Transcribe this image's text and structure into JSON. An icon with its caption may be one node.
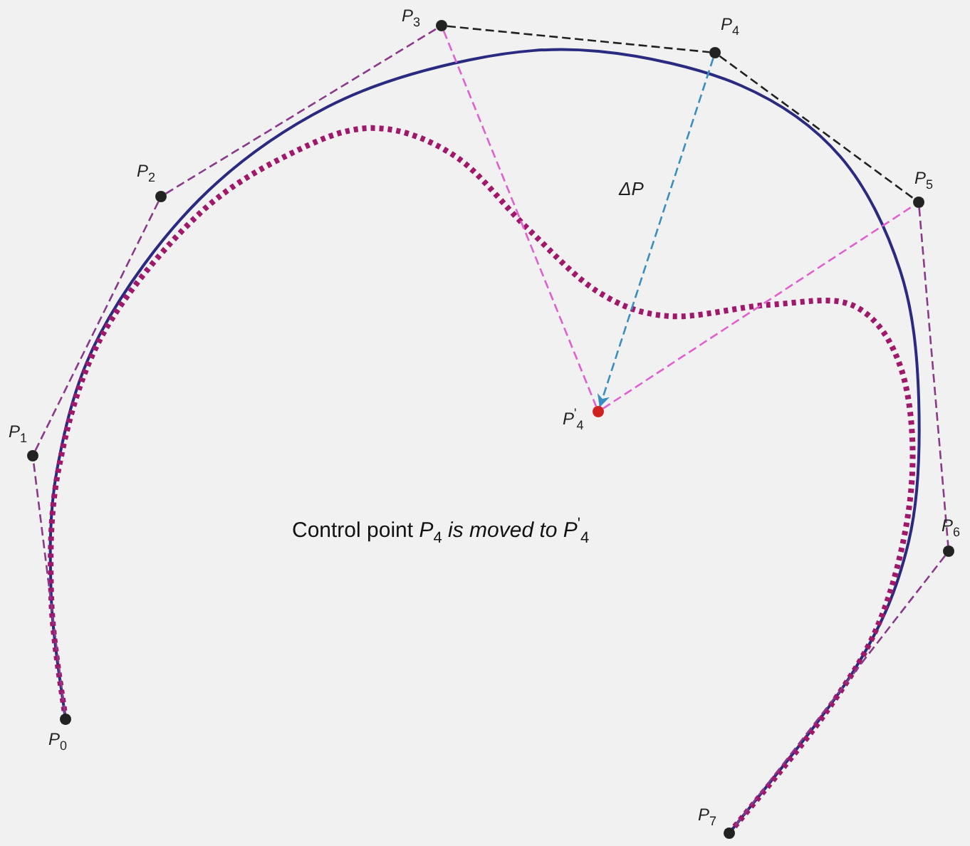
{
  "diagram": {
    "nodes": [
      {
        "text": [
          "*P*$_{0}$"
        ]
      },
      {
        "text": [
          "*P*$_{1}$"
        ]
      },
      {
        "text": [
          "*P*$_{2}$"
        ]
      },
      {
        "text": [
          "*P*$_{3}$"
        ]
      },
      {
        "text": [
          "*P*$_{4}$"
        ]
      },
      {
        "text": [
          "*P*$_{5}$"
        ]
      },
      {
        "text": [
          "*P*$_{6}$"
        ]
      },
      {
        "text": [
          "*P*$_{7}$"
        ]
      },
      {
        "text": [
          "*P*$^{'}$$_{4}$"
        ]
      }
    ],
    "edges": [
      {
        "from": 0,
        "to": 1,
        "arrow": "none",
        "style": "dashed"
      },
      {
        "from": 1,
        "to": 2,
        "arrow": "none",
        "style": "dashed"
      },
      {
        "from": 2,
        "to": 3,
        "arrow": "none",
        "style": "dashed"
      },
      {
        "from": 3,
        "to": 4,
        "arrow": "none",
        "style": "dashed",
        "color": "#222222"
      },
      {
        "from": 4,
        "to": 5,
        "arrow": "none",
        "style": "dashed",
        "color": "#222222"
      },
      {
        "from": 5,
        "to": 6,
        "arrow": "none",
        "style": "dashed"
      },
      {
        "from": 6,
        "to": 7,
        "arrow": "none",
        "style": "dashed"
      },
      {
        "from": 3,
        "to": 8,
        "arrow": "none",
        "style": "dashed",
        "color": "#e060d0"
      },
      {
        "from": 8,
        "to": 5,
        "arrow": "none",
        "style": "dashed",
        "color": "#e060d0"
      },
      {
        "from": 4,
        "to": 8,
        "arrow": "to",
        "label": "*ΔP*",
        "style": "dashed",
        "color": "#3a8fc0"
      }
    ],
    "labels": [
      "Control point *P*$_{4}$ *is moved to P*$^{'}$$_{4}$"
    ]
  }
}
